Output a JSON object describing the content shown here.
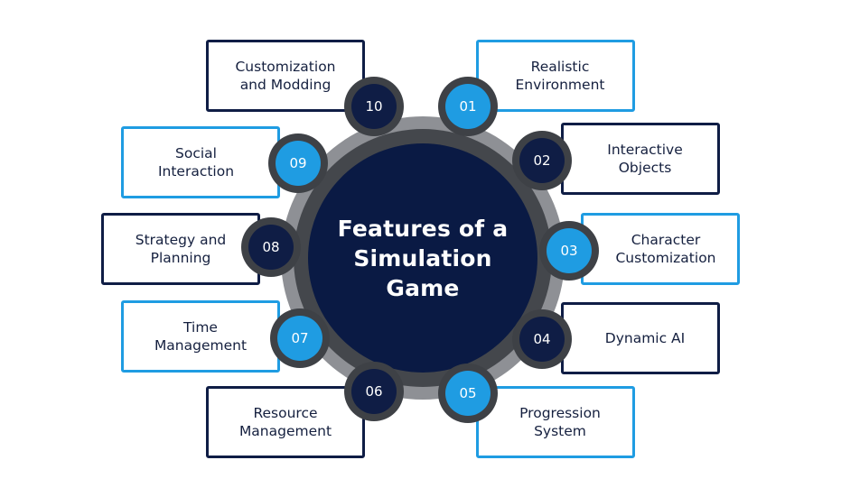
{
  "title": "Features of a Simulation Game",
  "features": [
    {
      "number": "01",
      "label": "Realistic\nEnvironment",
      "style": "light"
    },
    {
      "number": "02",
      "label": "Interactive\nObjects",
      "style": "dark"
    },
    {
      "number": "03",
      "label": "Character\nCustomization",
      "style": "light"
    },
    {
      "number": "04",
      "label": "Dynamic AI",
      "style": "dark"
    },
    {
      "number": "05",
      "label": "Progression\nSystem",
      "style": "light"
    },
    {
      "number": "06",
      "label": "Resource\nManagement",
      "style": "dark"
    },
    {
      "number": "07",
      "label": "Time\nManagement",
      "style": "light"
    },
    {
      "number": "08",
      "label": "Strategy and\nPlanning",
      "style": "dark"
    },
    {
      "number": "09",
      "label": "Social\nInteraction",
      "style": "light"
    },
    {
      "number": "10",
      "label": "Customization\nand Modding",
      "style": "dark"
    }
  ],
  "colors": {
    "navy": "#0f1d45",
    "blue": "#1f9ce2",
    "center": "#0a1a44",
    "ring_outer": "#8e9095",
    "ring_inner": "#44474c"
  }
}
